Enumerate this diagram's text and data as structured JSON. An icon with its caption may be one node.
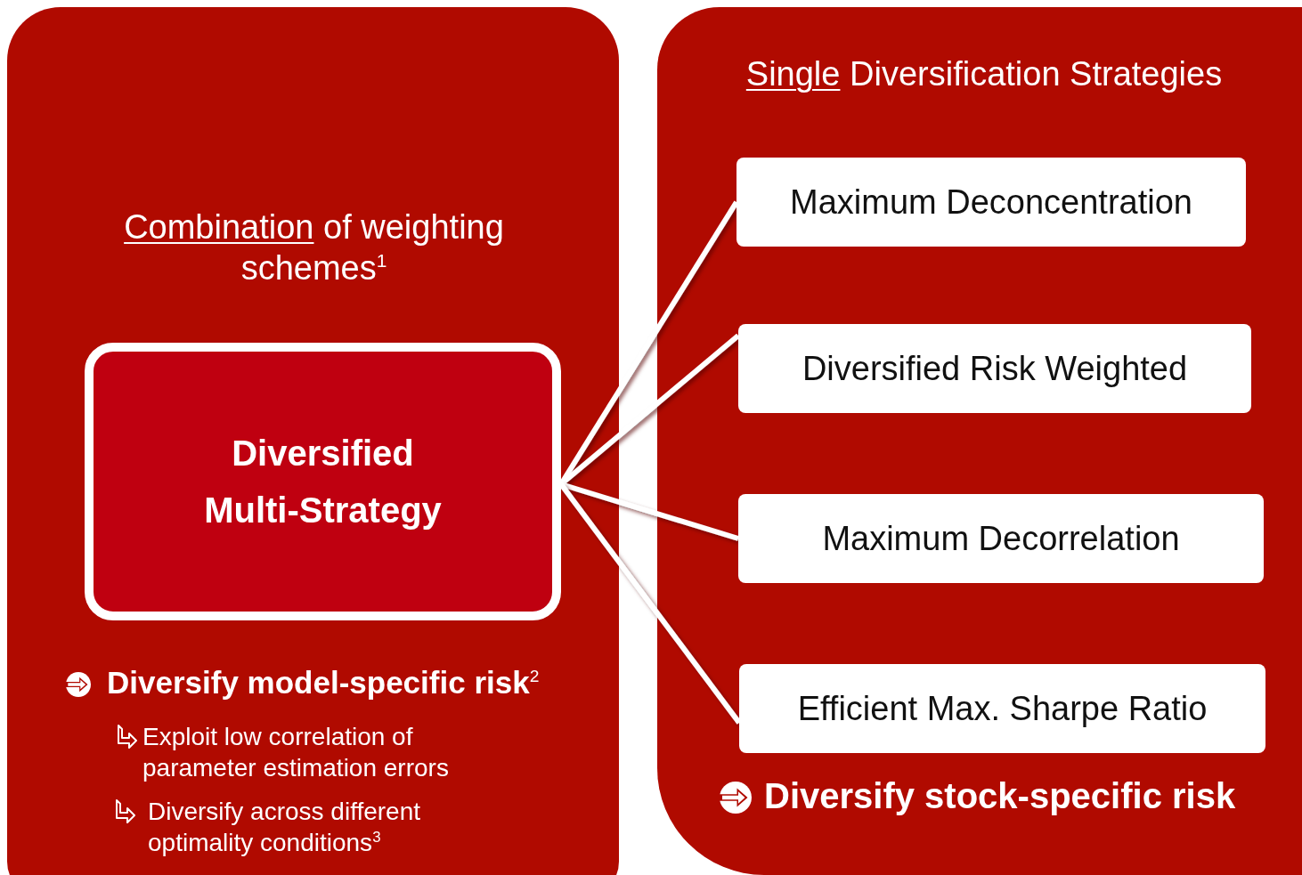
{
  "diagram": {
    "nodes": [
      {
        "text": [
          "Combination of weighting schemes$^{1}$",
          "Diversify model-specific risk$^{2}$",
          "Exploit low correlation of parameter estimation errors",
          "Diversify across different optimality conditions$^{3}$"
        ]
      },
      {
        "text": [
          "Diversified Multi-Strategy"
        ],
        "in": 0
      },
      {
        "text": [
          "Single Diversification Strategies",
          "Diversify stock-specific risk"
        ]
      },
      {
        "text": [
          "Maximum Deconcentration"
        ],
        "in": 2
      },
      {
        "text": [
          "Diversified Risk Weighted"
        ],
        "in": 2
      },
      {
        "text": [
          "Maximum Decorrelation"
        ],
        "in": 2
      },
      {
        "text": [
          "Efficient Max. Sharpe Ratio"
        ],
        "in": 2
      }
    ],
    "edges": [
      {
        "from": 1,
        "to": 3,
        "arrow": "none"
      },
      {
        "from": 1,
        "to": 4,
        "arrow": "none"
      },
      {
        "from": 1,
        "to": 5,
        "arrow": "none"
      },
      {
        "from": 1,
        "to": 6,
        "arrow": "none"
      }
    ]
  }
}
